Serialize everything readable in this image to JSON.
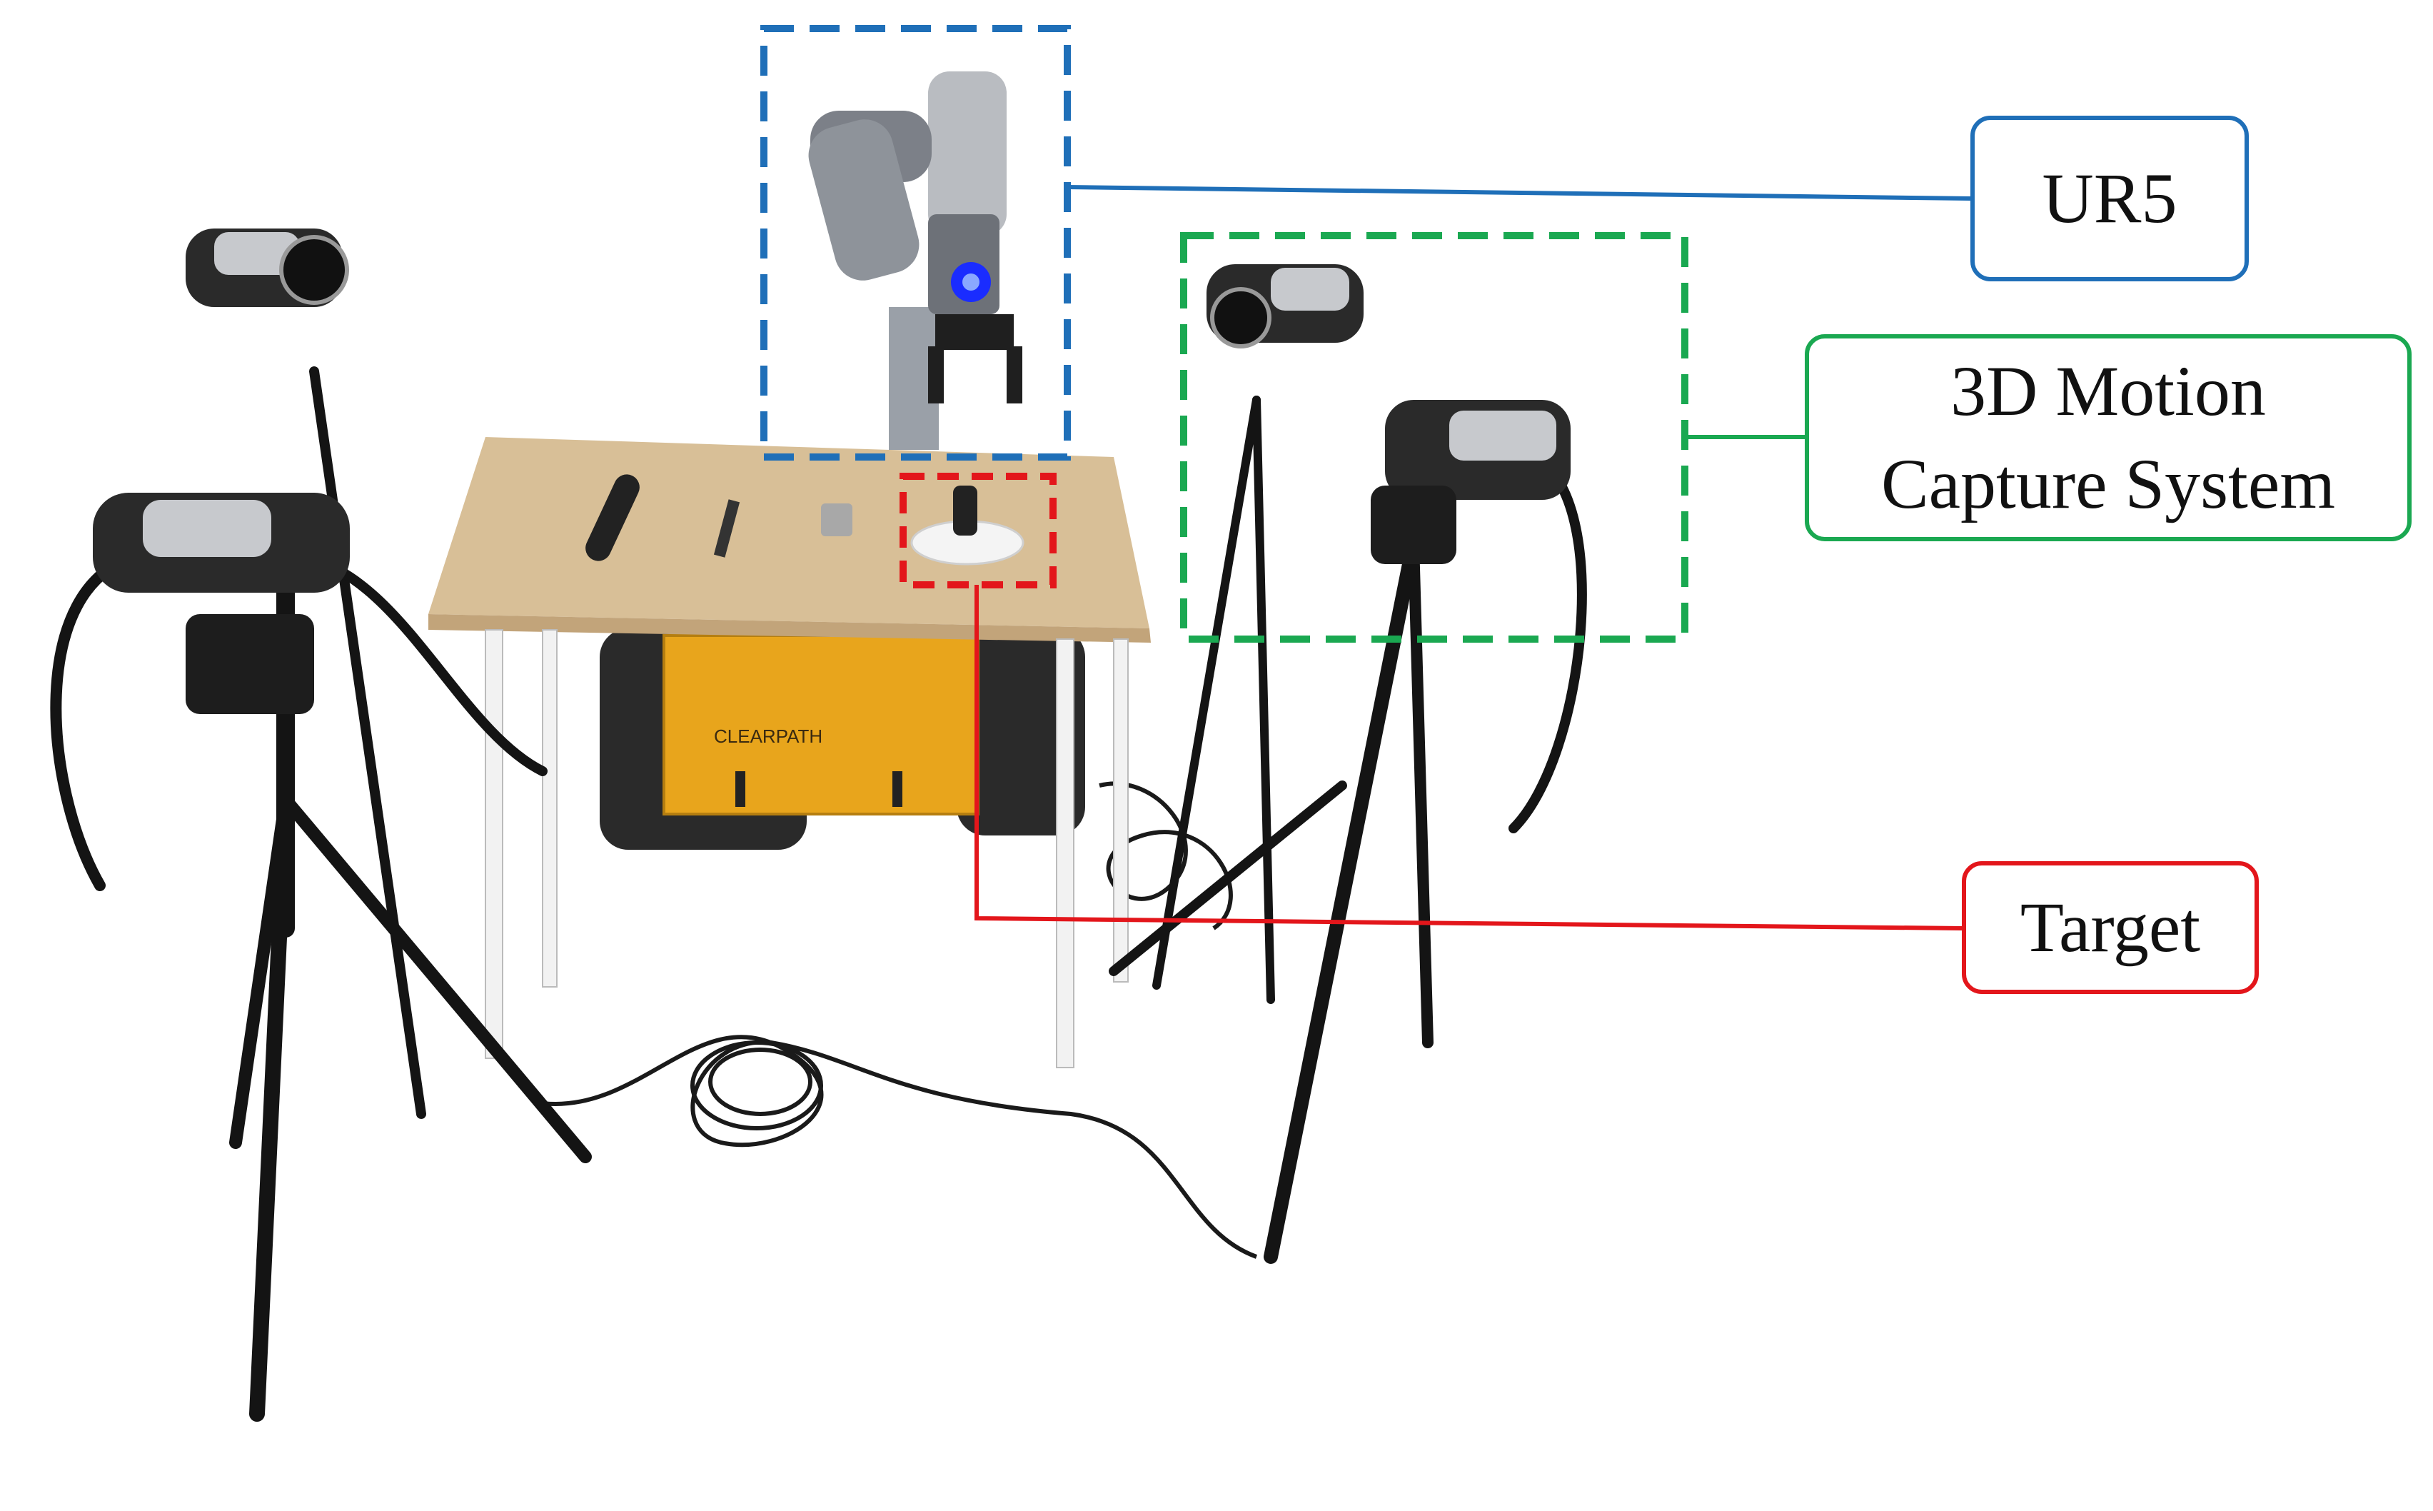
{
  "labels": {
    "ur5": "UR5",
    "mocap": "3D Motion\nCapture System",
    "target": "Target"
  },
  "colors": {
    "ur5": "#1f6fb8",
    "mocap": "#1aa851",
    "target": "#e3161b",
    "table_top": "#d8bf97",
    "mobile_base": "#e8a51c"
  },
  "objects": {
    "robot_arm": "UR5 robot arm with gripper",
    "table": "white-framed table",
    "mobile_base": "CLEARPATH",
    "cameras": 4
  }
}
